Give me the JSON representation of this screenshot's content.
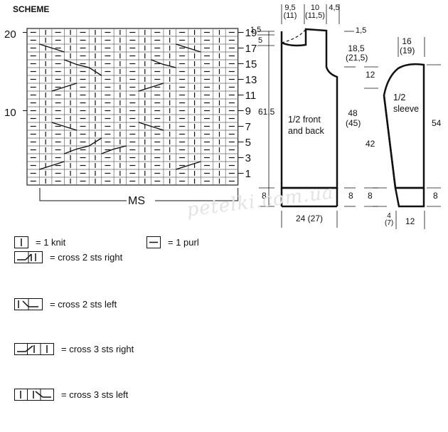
{
  "scheme_title": "SCHEME",
  "chart": {
    "left_row_numbers": [
      "20",
      "10"
    ],
    "right_row_numbers": [
      "19",
      "17",
      "15",
      "13",
      "11",
      "9",
      "7",
      "5",
      "3",
      "1"
    ],
    "pattern_label": "MS"
  },
  "schematics": {
    "front_back": {
      "label_line1": "1/2 front",
      "label_line2": "and back",
      "top_dims": [
        {
          "value": "9,5",
          "alt": "(11)"
        },
        {
          "value": "10",
          "alt": "(11,5)"
        },
        {
          "value": "4,5",
          "alt": ""
        }
      ],
      "left_dims": {
        "top_a": "1,5",
        "top_b": "5",
        "length": "61,5",
        "hem": "8"
      },
      "right_dims": {
        "top": "1,5",
        "armhole": "18,5",
        "armhole_alt": "(21,5)",
        "armhole_depth": "12",
        "side": "48",
        "side_alt": "(45)",
        "side_inner": "42",
        "hem": "8"
      },
      "bottom_width": "24 (27)"
    },
    "sleeve": {
      "label_line1": "1/2",
      "label_line2": "sleeve",
      "top_width": "16",
      "top_width_alt": "(19)",
      "length": "54",
      "cuff": "8",
      "cuff_depth": "8",
      "bottom_small": "4",
      "bottom_small_alt": "(7)",
      "bottom_width": "12"
    }
  },
  "watermark": "petelki.com.ua",
  "legend": [
    {
      "symbol": "knit-symbol-icon",
      "text": "= 1 knit"
    },
    {
      "symbol": "purl-symbol-icon",
      "text": "= 1 purl"
    },
    {
      "symbol": "cross-2-right-icon",
      "text": "= cross 2 sts right"
    },
    {
      "symbol": "cross-2-left-icon",
      "text": "= cross 2 sts left"
    },
    {
      "symbol": "cross-3-right-icon",
      "text": "= cross 3 sts right"
    },
    {
      "symbol": "cross-3-left-icon",
      "text": "= cross 3 sts left"
    }
  ]
}
